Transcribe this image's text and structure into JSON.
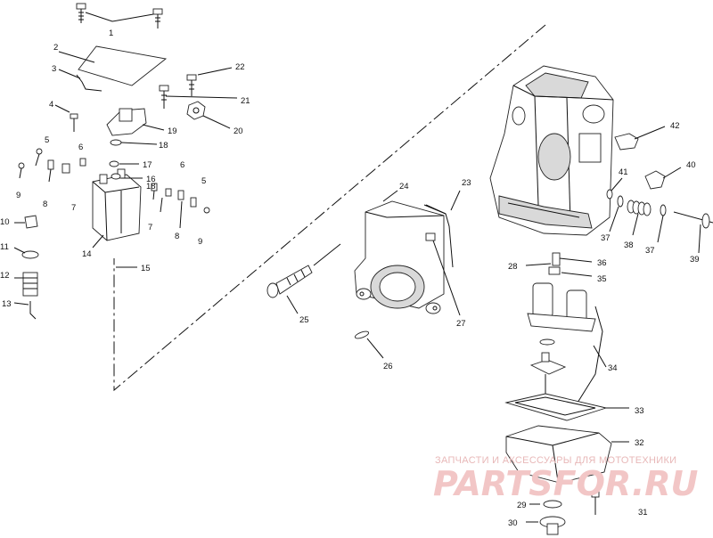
{
  "diagram": {
    "part_numbers": [
      "1",
      "2",
      "3",
      "4",
      "5",
      "6",
      "7",
      "8",
      "9",
      "10",
      "11",
      "12",
      "13",
      "14",
      "15",
      "16",
      "17",
      "18",
      "19",
      "20",
      "21",
      "22",
      "23",
      "24",
      "25",
      "26",
      "27",
      "28",
      "29",
      "30",
      "31",
      "32",
      "33",
      "34",
      "35",
      "36",
      "37",
      "38",
      "39",
      "40",
      "41",
      "42"
    ],
    "labels": {
      "n1": "1",
      "n2": "2",
      "n3": "3",
      "n4": "4",
      "n5a": "5",
      "n5b": "5",
      "n6a": "6",
      "n6b": "6",
      "n7a": "7",
      "n7b": "7",
      "n8a": "8",
      "n8b": "8",
      "n9a": "9",
      "n9b": "9",
      "n10": "10",
      "n11": "11",
      "n12": "12",
      "n13": "13",
      "n14": "14",
      "n15": "15",
      "n16": "16",
      "n17": "17",
      "n18a": "18",
      "n18b": "18",
      "n19": "19",
      "n20": "20",
      "n21": "21",
      "n22": "22",
      "n23": "23",
      "n24": "24",
      "n25": "25",
      "n26": "26",
      "n27": "27",
      "n28": "28",
      "n29": "29",
      "n30": "30",
      "n31": "31",
      "n32": "32",
      "n33": "33",
      "n34": "34",
      "n35": "35",
      "n36": "36",
      "n37a": "37",
      "n37b": "37",
      "n38": "38",
      "n39": "39",
      "n40": "40",
      "n41": "41",
      "n42": "42"
    }
  },
  "watermark": {
    "tagline": "ЗАПЧАСТИ И АКСЕССУАРЫ ДЛЯ МОТОТЕХНИКИ",
    "logo": "PARTSFOR.RU",
    "color": "#e8a0a0"
  }
}
